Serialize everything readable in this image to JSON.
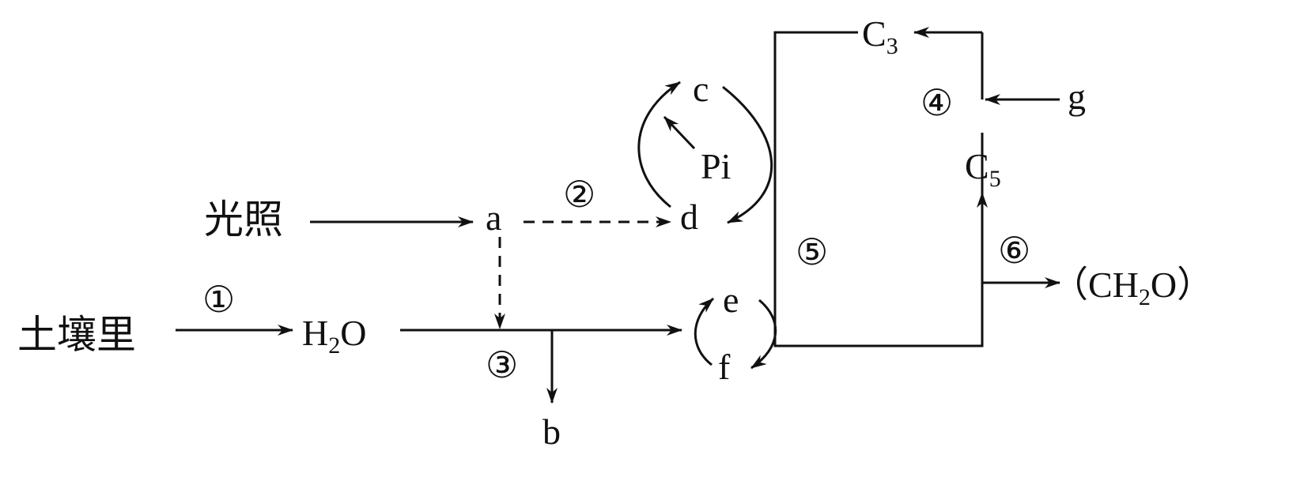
{
  "labels": {
    "light": "光照",
    "soil": "土壤里",
    "water_h": "H",
    "water_sub": "2",
    "water_o": "O",
    "a": "a",
    "b": "b",
    "c": "c",
    "d": "d",
    "e": "e",
    "f": "f",
    "g": "g",
    "pi": "Pi",
    "c3_main": "C",
    "c3_sub": "3",
    "c5_main": "C",
    "c5_sub": "5",
    "ch2o_open": "（",
    "ch2o_ch": "CH",
    "ch2o_sub": "2",
    "ch2o_o": "O",
    "ch2o_close": "）"
  },
  "steps": {
    "s1": "①",
    "s2": "②",
    "s3": "③",
    "s4": "④",
    "s5": "⑤",
    "s6": "⑥"
  }
}
